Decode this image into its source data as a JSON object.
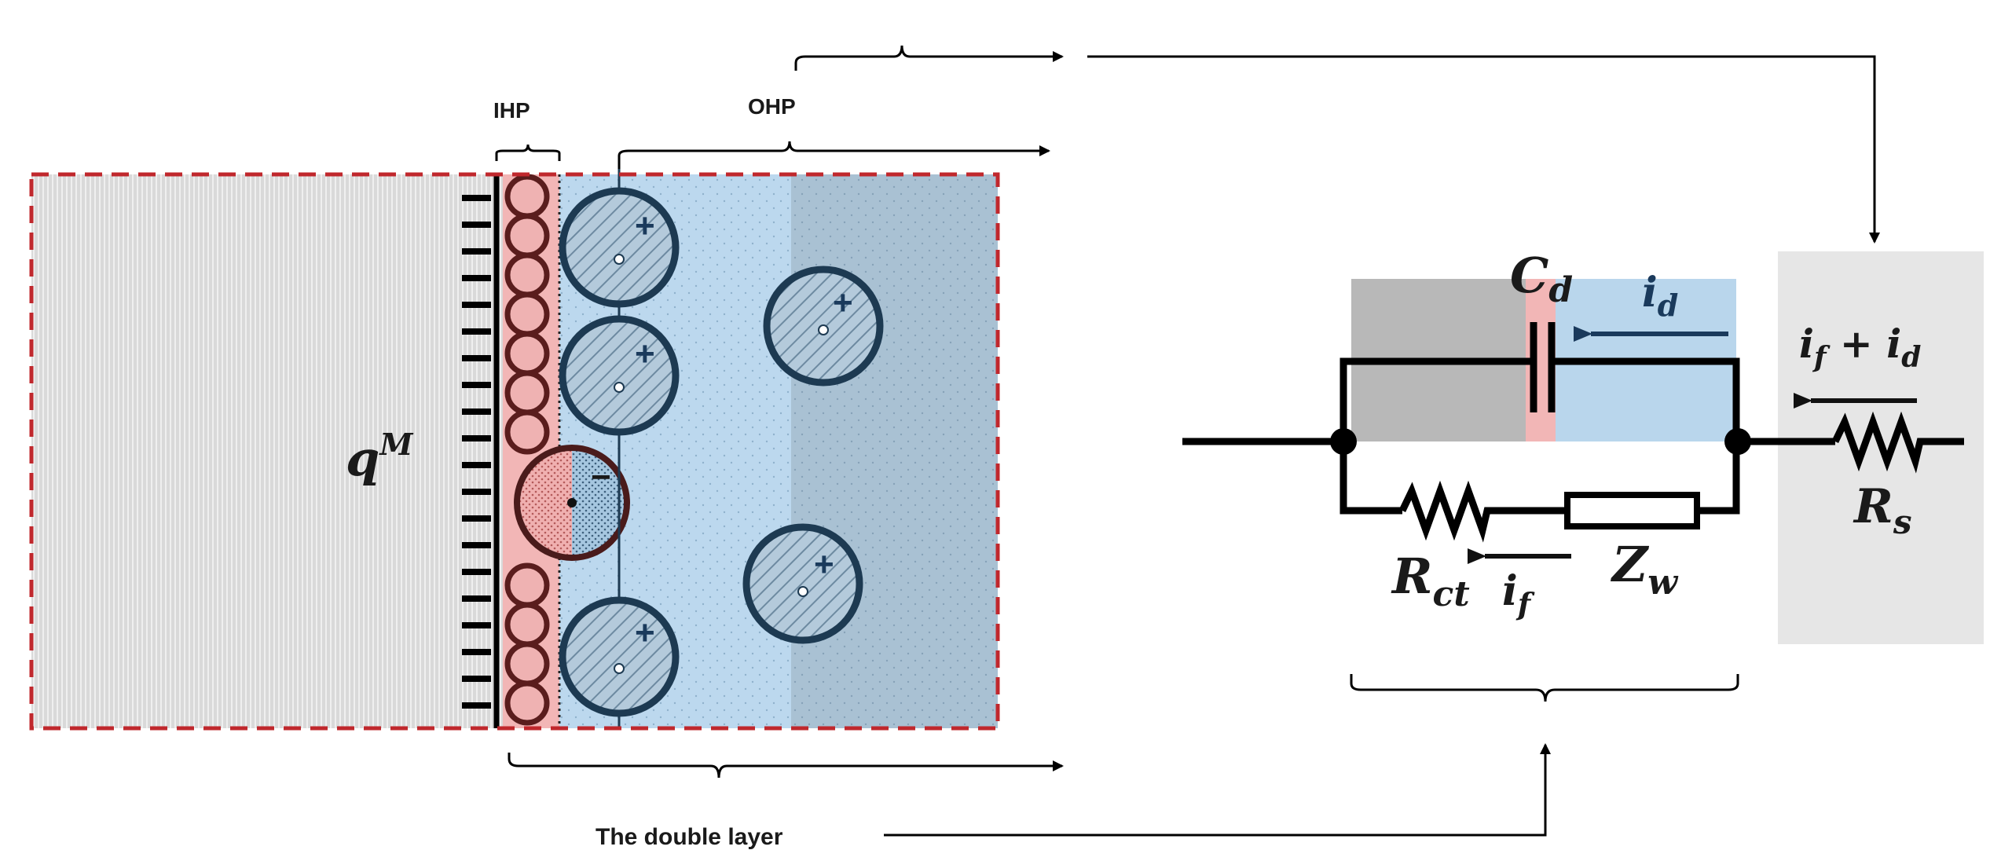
{
  "labels": {
    "ihp": "IHP",
    "ohp": "OHP",
    "charge": "q",
    "charge_sup": "M",
    "double_layer": "The double layer",
    "plus": "+",
    "minus": "−"
  },
  "circuit": {
    "cd": "C",
    "cd_sub": "d",
    "id": "i",
    "id_sub": "d",
    "if_id_a": "i",
    "if_id_a_sub": "f",
    "if_id_plus": " + ",
    "if_id_b": "i",
    "if_id_b_sub": "d",
    "rs": "R",
    "rs_sub": "s",
    "rct": "R",
    "rct_sub": "ct",
    "zw": "Z",
    "zw_sub": "w",
    "if": "i",
    "if_sub": "f"
  },
  "colors": {
    "metal": "#d4d4d4",
    "ihp": "#f2b6b6",
    "solution": "#b9d6ec",
    "diffuse_shade": "#a7bfd1",
    "border_dash": "#c0282d",
    "ion_stroke": "#1d3a52",
    "gray_box": "#b8b8b8",
    "rs_box": "#e6e6e6"
  }
}
